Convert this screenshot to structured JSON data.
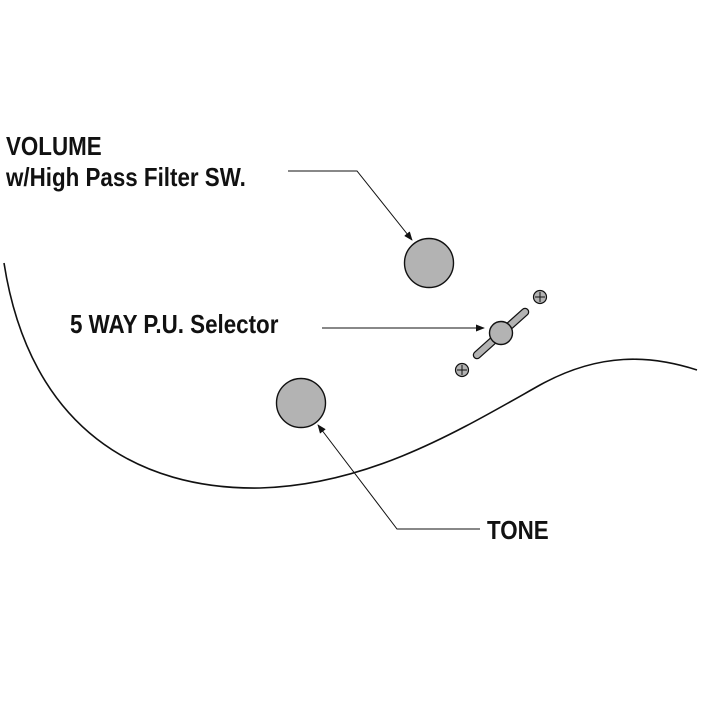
{
  "labels": {
    "volume_line1": "VOLUME",
    "volume_line2": "w/High Pass Filter SW.",
    "selector": "5 WAY P.U. Selector",
    "tone": "TONE"
  },
  "colors": {
    "knob_fill": "#b3b3b3",
    "outline": "#111111",
    "background": "#ffffff"
  },
  "icons": {
    "volume_knob": "volume-knob-icon",
    "tone_knob": "tone-knob-icon",
    "selector_switch": "pickup-selector-switch-icon",
    "mounting_screw": "mounting-screw-icon"
  }
}
